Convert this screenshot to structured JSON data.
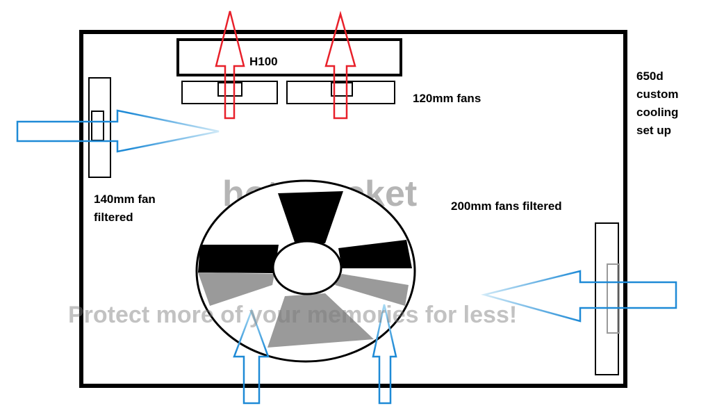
{
  "labels": {
    "radiator": "H100",
    "top_fans": "120mm fans",
    "title_line1": "650d",
    "title_line2": "custom",
    "title_line3": "cooling",
    "title_line4": "set up",
    "rear_fan_line1": "140mm fan",
    "rear_fan_line2": "filtered",
    "big_fans": "200mm fans filtered"
  },
  "watermark": {
    "top": "hotobucket",
    "bottom": "Protect more of your memories for less!"
  },
  "colors": {
    "outline": "#000000",
    "exhaust_arrow": "#e8202a",
    "intake_arrow": "#1e8ad6",
    "intake_arrow_fade": "#9ad0ef",
    "fan_gray": "#9a9a9a",
    "watermark": "#7a7a7a"
  }
}
